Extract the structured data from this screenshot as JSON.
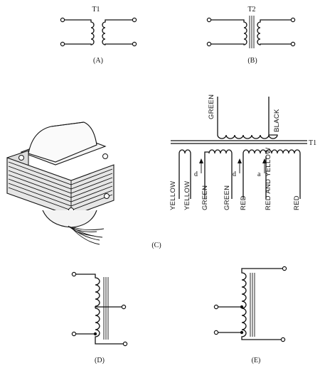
{
  "figure_a": {
    "label": "(A)",
    "transformer": "T1"
  },
  "figure_b": {
    "label": "(B)",
    "transformer": "T2"
  },
  "figure_c": {
    "label": "(C)",
    "transformer": "T1",
    "primary_leads": [
      "GREEN",
      "BLACK"
    ],
    "secondary_leads": [
      "YELLOW",
      "YELLOW",
      "GREEN",
      "GREEN",
      "RED",
      "RED AND YELLOW",
      "RED"
    ],
    "tap_marks": [
      "d",
      "d",
      "a"
    ]
  },
  "figure_d": {
    "label": "(D)"
  },
  "figure_e": {
    "label": "(E)"
  },
  "colors": {
    "ink": "#111111",
    "background": "#ffffff"
  }
}
